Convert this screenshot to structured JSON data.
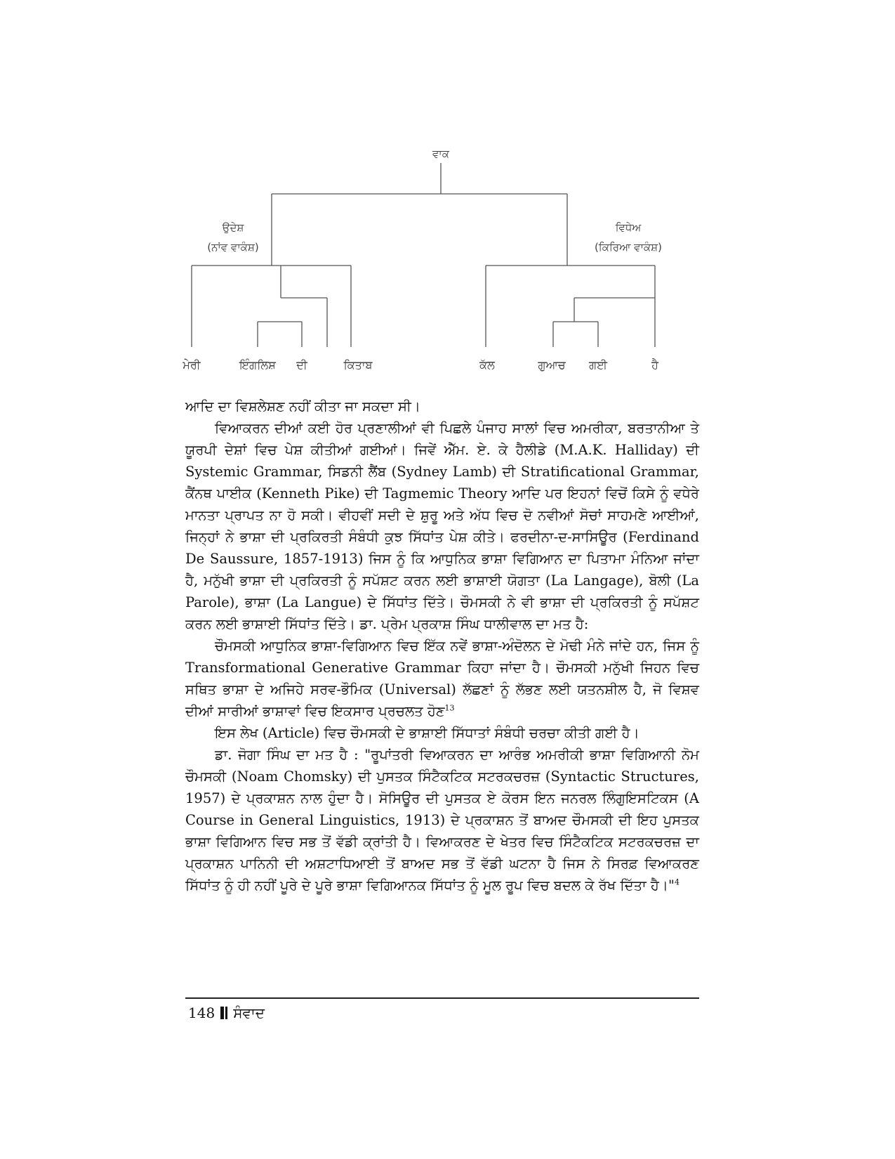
{
  "tree": {
    "root": "ਵਾਕ",
    "subject": "ਉਦੇਸ਼",
    "subject_sub": "(ਨਾਂਵ ਵਾਕੰਸ਼)",
    "predicate": "ਵਿਧੇਅ",
    "predicate_sub": "(ਕਿਰਿਆ ਵਾਕੰਸ਼)",
    "leaves": [
      "ਮੇਰੀ",
      "ਇੰਗਲਿਸ਼",
      "ਦੀ",
      "ਕਿਤਾਬ",
      "ਕੱਲ",
      "ਗੁਆਚ",
      "ਗਈ",
      "ਹੈ"
    ]
  },
  "paragraphs": [
    "ਆਦਿ ਦਾ ਵਿਸ਼ਲੇਸ਼ਣ ਨਹੀਂ ਕੀਤਾ ਜਾ ਸਕਦਾ ਸੀ।",
    "ਵਿਆਕਰਨ ਦੀਆਂ ਕਈ ਹੋਰ ਪ੍ਰਣਾਲੀਆਂ ਵੀ ਪਿਛਲੇ ਪੰਜਾਹ ਸਾਲਾਂ ਵਿਚ ਅਮਰੀਕਾ, ਬਰਤਾਨੀਆ ਤੇ ਯੂਰਪੀ ਦੇਸ਼ਾਂ ਵਿਚ ਪੇਸ਼ ਕੀਤੀਆਂ ਗਈਆਂ। ਜਿਵੇਂ ਐੱਮ. ਏ. ਕੇ ਹੈਲੀਡੇ (M.A.K. Halliday) ਦੀ Systemic Grammar, ਸਿਡਨੀ ਲੈਂਬ (Sydney Lamb) ਦੀ Stratificational Grammar, ਕੈਂਨਥ ਪਾਈਕ (Kenneth Pike) ਦੀ Tagmemic Theory ਆਦਿ ਪਰ ਇਹਨਾਂ ਵਿਚੋਂ ਕਿਸੇ ਨੂੰ ਵਧੇਰੇ ਮਾਨਤਾ ਪ੍ਰਾਪਤ ਨਾ ਹੋ ਸਕੀ। ਵੀਹਵੀਂ ਸਦੀ ਦੇ ਸ਼ੁਰੂ ਅਤੇ ਅੱਧ ਵਿਚ ਦੋ ਨਵੀਆਂ ਸੋਚਾਂ ਸਾਹਮਣੇ ਆਈਆਂ, ਜਿਨ੍ਹਾਂ ਨੇ ਭਾਸ਼ਾ ਦੀ ਪ੍ਰਕਿਰਤੀ ਸੰਬੰਧੀ ਕੁਝ ਸਿੱਧਾਂਤ ਪੇਸ਼ ਕੀਤੇ। ਫਰਦੀਨਾ-ਦ-ਸਾਸਿਊਰ (Ferdinand De Saussure, 1857-1913) ਜਿਸ ਨੂੰ ਕਿ ਆਧੁਨਿਕ ਭਾਸ਼ਾ ਵਿਗਿਆਨ ਦਾ ਪਿਤਾਮਾ ਮੰਨਿਆ ਜਾਂਦਾ ਹੈ, ਮਨੁੱਖੀ ਭਾਸ਼ਾ ਦੀ ਪ੍ਰਕਿਰਤੀ ਨੂੰ ਸਪੱਸ਼ਟ ਕਰਨ ਲਈ ਭਾਸ਼ਾਈ ਯੋਗਤਾ (La Langage), ਬੋਲੀ (La Parole), ਭਾਸ਼ਾ (La Langue) ਦੇ ਸਿੱਧਾਂਤ ਦਿੱਤੇ। ਚੌਮਸਕੀ ਨੇ ਵੀ ਭਾਸ਼ਾ ਦੀ ਪ੍ਰਕਿਰਤੀ ਨੂੰ ਸਪੱਸ਼ਟ ਕਰਨ ਲਈ ਭਾਸ਼ਾਈ ਸਿੱਧਾਂਤ ਦਿੱਤੇ। ਡਾ. ਪ੍ਰੇਮ ਪ੍ਰਕਾਸ਼ ਸਿੰਘ ਧਾਲੀਵਾਲ ਦਾ ਮਤ ਹੈ:",
    "ਚੌਮਸਕੀ ਆਧੁਨਿਕ ਭਾਸ਼ਾ-ਵਿਗਿਆਨ ਵਿਚ ਇੱਕ ਨਵੇਂ ਭਾਸ਼ਾ-ਅੰਦੋਲਨ ਦੇ ਮੋਢੀ ਮੰਨੇ ਜਾਂਦੇ ਹਨ, ਜਿਸ ਨੂੰ Transformational Generative Grammar ਕਿਹਾ ਜਾਂਦਾ ਹੈ। ਚੌਮਸਕੀ ਮਨੁੱਖੀ ਜਿਹਨ ਵਿਚ ਸਥਿਤ ਭਾਸ਼ਾ ਦੇ ਅਜਿਹੇ ਸਰਵ-ਭੌਮਿਕ (Universal) ਲੱਛਣਾਂ ਨੂੰ ਲੱਭਣ ਲਈ ਯਤਨਸ਼ੀਲ ਹੈ, ਜੋ ਵਿਸ਼ਵ ਦੀਆਂ ਸਾਰੀਆਂ ਭਾਸ਼ਾਵਾਂ ਵਿਚ ਇਕਸਾਰ ਪ੍ਰਚਲਤ ਹੋਣ",
    "ਇਸ ਲੇਖ (Article) ਵਿਚ ਚੌਮਸਕੀ ਦੇ ਭਾਸ਼ਾਈ ਸਿੱਧਾਤਾਂ ਸੰਬੰਧੀ ਚਰਚਾ ਕੀਤੀ ਗਈ ਹੈ।",
    "ਡਾ. ਜੋਗਾ ਸਿੰਘ ਦਾ ਮਤ ਹੈ : \"ਰੂਪਾਂਤਰੀ ਵਿਆਕਰਨ ਦਾ ਆਰੰਭ ਅਮਰੀਕੀ ਭਾਸ਼ਾ ਵਿਗਿਆਨੀ ਨੋਮ ਚੌਮਸਕੀ (Noam Chomsky) ਦੀ ਪੁਸਤਕ ਸਿੰਟੈਕਟਿਕ ਸਟਰਕਚਰਜ਼ (Syntactic Structures, 1957) ਦੇ ਪ੍ਰਕਾਸ਼ਨ ਨਾਲ ਹੁੰਦਾ ਹੈ। ਸੋਸਿਊਰ ਦੀ ਪੁਸਤਕ ਏ ਕੋਰਸ ਇਨ ਜਨਰਲ ਲਿੰਗੁਇਸਟਿਕਸ (A Course in General Linguistics, 1913) ਦੇ ਪ੍ਰਕਾਸ਼ਨ ਤੋਂ ਬਾਅਦ ਚੌਮਸਕੀ ਦੀ ਇਹ ਪੁਸਤਕ ਭਾਸ਼ਾ ਵਿਗਿਆਨ ਵਿਚ ਸਭ ਤੋਂ ਵੱਡੀ ਕ੍ਰਾਂਤੀ ਹੈ। ਵਿਆਕਰਣ ਦੇ ਖੇਤਰ ਵਿਚ ਸਿੰਟੈਕਟਿਕ ਸਟਰਕਚਰਜ਼ ਦਾ ਪ੍ਰਕਾਸ਼ਨ ਪਾਨਿਨੀ ਦੀ ਅਸ਼ਟਾਧਿਆਈ ਤੋਂ ਬਾਅਦ ਸਭ ਤੋਂ ਵੱਡੀ ਘਟਨਾ ਹੈ ਜਿਸ ਨੇ ਸਿਰਫ਼ ਵਿਆਕਰਣ ਸਿੱਧਾਂਤ ਨੂੰ ਹੀ ਨਹੀਂ ਪੂਰੇ ਦੇ ਪੂਰੇ ਭਾਸ਼ਾ ਵਿਗਿਆਨਕ ਸਿੱਧਾਂਤ ਨੂੰ ਮੂਲ ਰੂਪ ਵਿਚ ਬਦਲ ਕੇ ਰੱਖ ਦਿੱਤਾ ਹੈ।\""
  ],
  "footnotes": {
    "fn1": "13",
    "fn2": "4"
  },
  "footer": {
    "page_number": "148",
    "journal": "ਸੰਵਾਦ"
  }
}
